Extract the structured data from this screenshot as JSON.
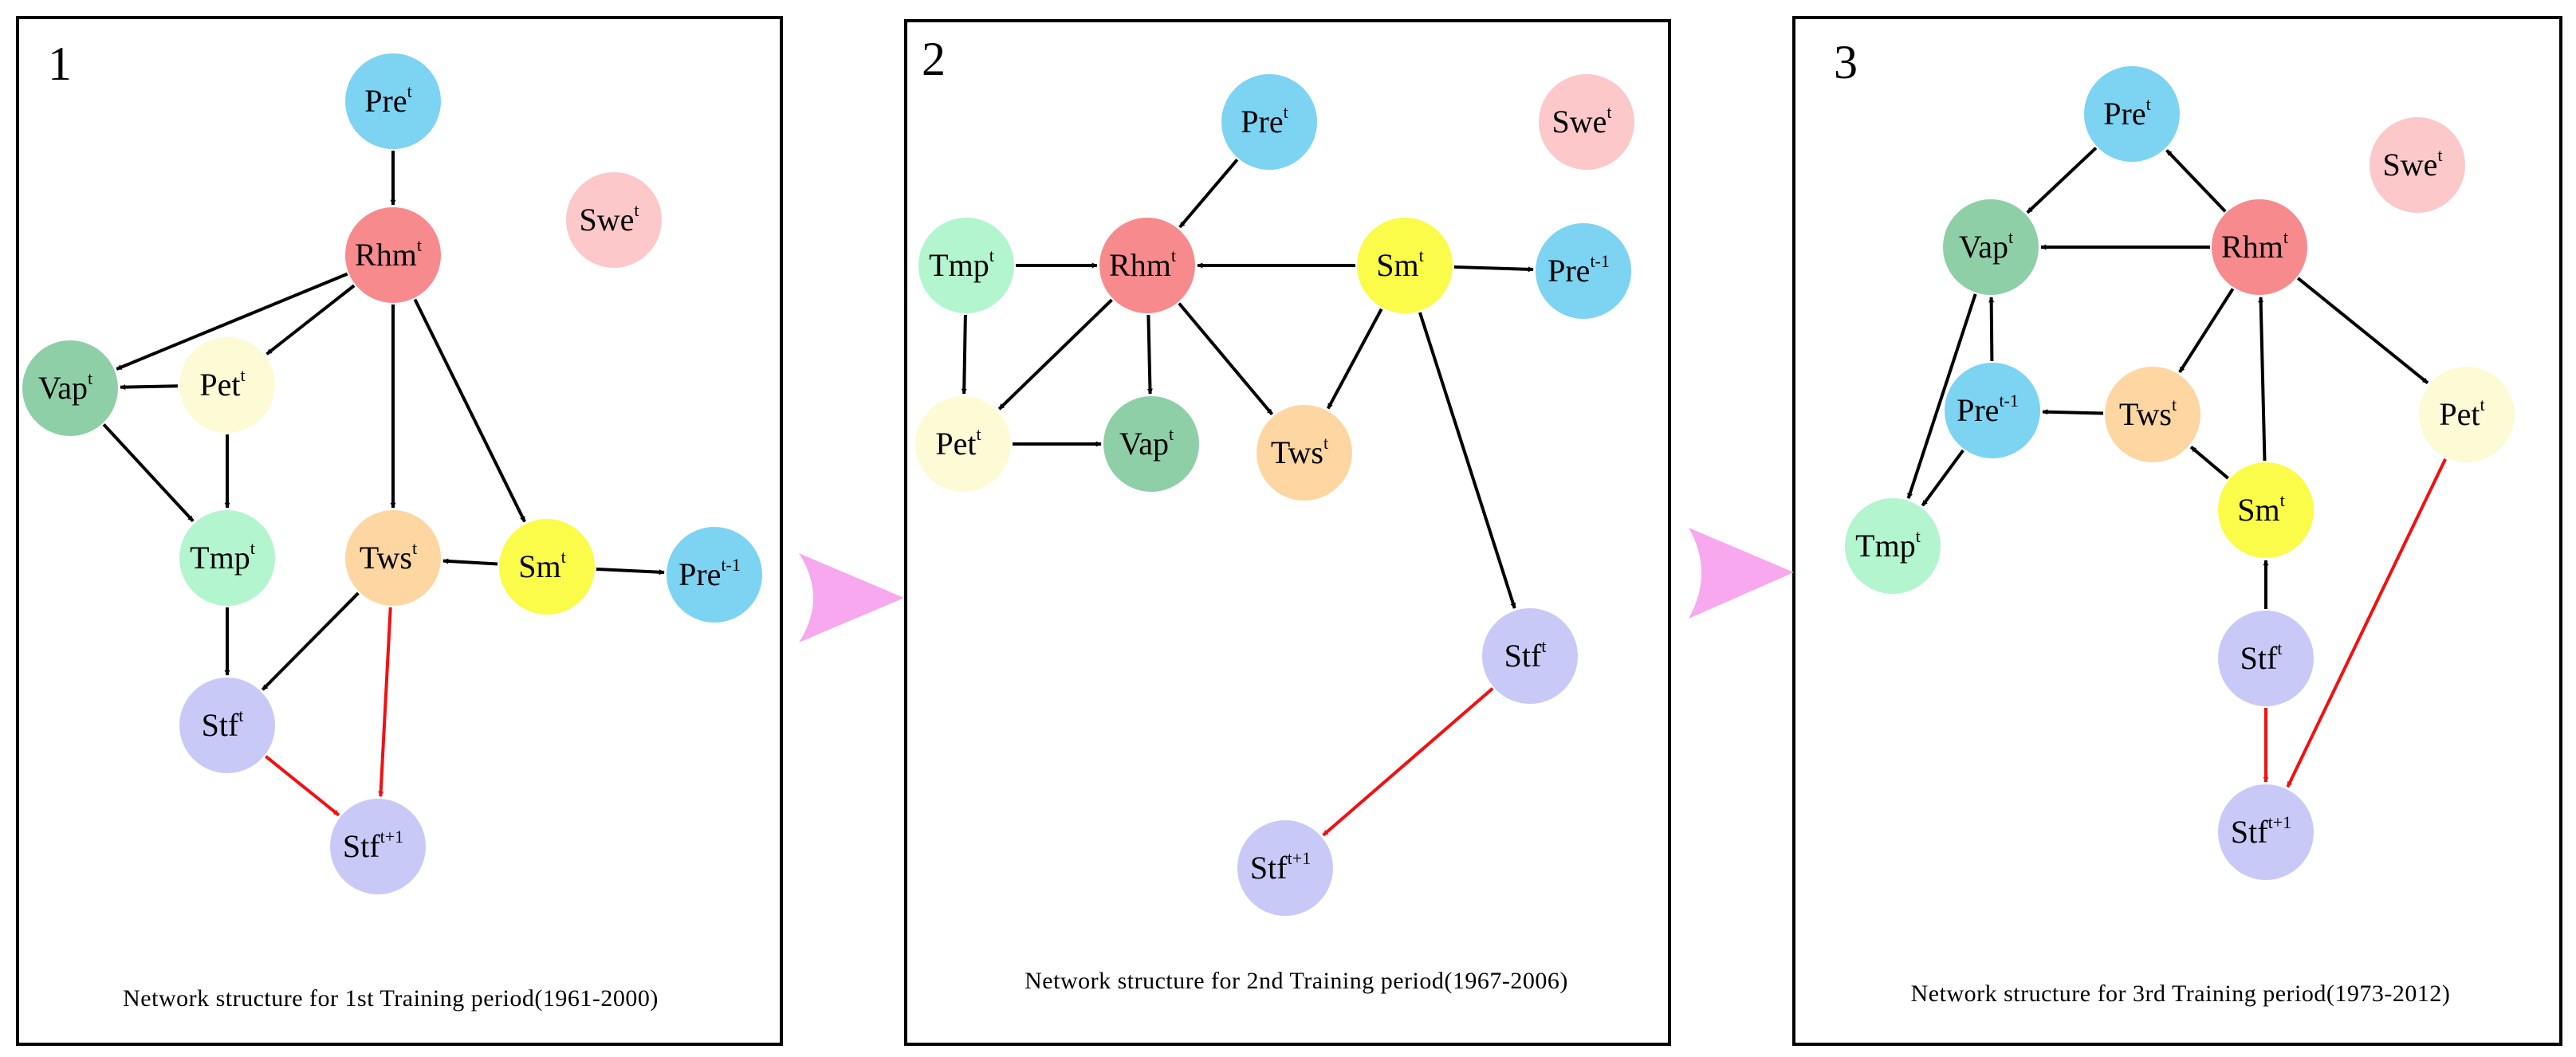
{
  "colors": {
    "Pre": "#7dd3f2",
    "Rhm": "#f78a8d",
    "Swe": "#fcc8c9",
    "Vap": "#8ecfa8",
    "Pet": "#fdfad6",
    "Tmp": "#b2f5cf",
    "Tws": "#fdd6a2",
    "Sm": "#fbfb4a",
    "Stf": "#c9c9f8",
    "black_edge": "#000000",
    "red_edge": "#f21010",
    "transition_arrow": "#f7a8ee"
  },
  "panels": [
    {
      "number": "1",
      "caption": "Network structure for 1st Training period(1961-2000)",
      "nodes": [
        {
          "id": "pre_t",
          "var": "Pre",
          "name": "Pre",
          "sup": "t"
        },
        {
          "id": "rhm_t",
          "var": "Rhm",
          "name": "Rhm",
          "sup": "t"
        },
        {
          "id": "swe_t",
          "var": "Swe",
          "name": "Swe",
          "sup": "t"
        },
        {
          "id": "vap_t",
          "var": "Vap",
          "name": "Vap",
          "sup": "t"
        },
        {
          "id": "pet_t",
          "var": "Pet",
          "name": "Pet",
          "sup": "t"
        },
        {
          "id": "tmp_t",
          "var": "Tmp",
          "name": "Tmp",
          "sup": "t"
        },
        {
          "id": "tws_t",
          "var": "Tws",
          "name": "Tws",
          "sup": "t"
        },
        {
          "id": "sm_t",
          "var": "Sm",
          "name": "Sm",
          "sup": "t"
        },
        {
          "id": "pre_t1",
          "var": "Pre",
          "name": "Pre",
          "sup": "t-1"
        },
        {
          "id": "stf_t",
          "var": "Stf",
          "name": "Stf",
          "sup": "t"
        },
        {
          "id": "stf_tp1",
          "var": "Stf",
          "name": "Stf",
          "sup": "t+1"
        }
      ],
      "edges": [
        {
          "from": "pre_t",
          "to": "rhm_t",
          "color": "black"
        },
        {
          "from": "rhm_t",
          "to": "vap_t",
          "color": "black"
        },
        {
          "from": "rhm_t",
          "to": "pet_t",
          "color": "black"
        },
        {
          "from": "rhm_t",
          "to": "tws_t",
          "color": "black"
        },
        {
          "from": "rhm_t",
          "to": "sm_t",
          "color": "black"
        },
        {
          "from": "pet_t",
          "to": "vap_t",
          "color": "black"
        },
        {
          "from": "pet_t",
          "to": "tmp_t",
          "color": "black"
        },
        {
          "from": "vap_t",
          "to": "tmp_t",
          "color": "black"
        },
        {
          "from": "tmp_t",
          "to": "stf_t",
          "color": "black"
        },
        {
          "from": "sm_t",
          "to": "tws_t",
          "color": "black"
        },
        {
          "from": "sm_t",
          "to": "pre_t1",
          "color": "black"
        },
        {
          "from": "tws_t",
          "to": "stf_t",
          "color": "black"
        },
        {
          "from": "tws_t",
          "to": "stf_tp1",
          "color": "red"
        },
        {
          "from": "stf_t",
          "to": "stf_tp1",
          "color": "red"
        }
      ]
    },
    {
      "number": "2",
      "caption": "Network structure for 2nd Training period(1967-2006)",
      "nodes": [
        {
          "id": "pre_t",
          "var": "Pre",
          "name": "Pre",
          "sup": "t"
        },
        {
          "id": "swe_t",
          "var": "Swe",
          "name": "Swe",
          "sup": "t"
        },
        {
          "id": "tmp_t",
          "var": "Tmp",
          "name": "Tmp",
          "sup": "t"
        },
        {
          "id": "rhm_t",
          "var": "Rhm",
          "name": "Rhm",
          "sup": "t"
        },
        {
          "id": "sm_t",
          "var": "Sm",
          "name": "Sm",
          "sup": "t"
        },
        {
          "id": "pre_t1",
          "var": "Pre",
          "name": "Pre",
          "sup": "t-1"
        },
        {
          "id": "pet_t",
          "var": "Pet",
          "name": "Pet",
          "sup": "t"
        },
        {
          "id": "vap_t",
          "var": "Vap",
          "name": "Vap",
          "sup": "t"
        },
        {
          "id": "tws_t",
          "var": "Tws",
          "name": "Tws",
          "sup": "t"
        },
        {
          "id": "stf_t",
          "var": "Stf",
          "name": "Stf",
          "sup": "t"
        },
        {
          "id": "stf_tp1",
          "var": "Stf",
          "name": "Stf",
          "sup": "t+1"
        }
      ],
      "edges": [
        {
          "from": "pre_t",
          "to": "rhm_t",
          "color": "black"
        },
        {
          "from": "tmp_t",
          "to": "rhm_t",
          "color": "black"
        },
        {
          "from": "sm_t",
          "to": "rhm_t",
          "color": "black"
        },
        {
          "from": "sm_t",
          "to": "pre_t1",
          "color": "black"
        },
        {
          "from": "tmp_t",
          "to": "pet_t",
          "color": "black"
        },
        {
          "from": "rhm_t",
          "to": "pet_t",
          "color": "black"
        },
        {
          "from": "rhm_t",
          "to": "vap_t",
          "color": "black"
        },
        {
          "from": "rhm_t",
          "to": "tws_t",
          "color": "black"
        },
        {
          "from": "sm_t",
          "to": "tws_t",
          "color": "black"
        },
        {
          "from": "pet_t",
          "to": "vap_t",
          "color": "black"
        },
        {
          "from": "sm_t",
          "to": "stf_t",
          "color": "black"
        },
        {
          "from": "stf_t",
          "to": "stf_tp1",
          "color": "red"
        }
      ]
    },
    {
      "number": "3",
      "caption": "Network structure for 3rd Training period(1973-2012)",
      "nodes": [
        {
          "id": "pre_t",
          "var": "Pre",
          "name": "Pre",
          "sup": "t"
        },
        {
          "id": "swe_t",
          "var": "Swe",
          "name": "Swe",
          "sup": "t"
        },
        {
          "id": "vap_t",
          "var": "Vap",
          "name": "Vap",
          "sup": "t"
        },
        {
          "id": "rhm_t",
          "var": "Rhm",
          "name": "Rhm",
          "sup": "t"
        },
        {
          "id": "pre_t1",
          "var": "Pre",
          "name": "Pre",
          "sup": "t-1"
        },
        {
          "id": "tws_t",
          "var": "Tws",
          "name": "Tws",
          "sup": "t"
        },
        {
          "id": "pet_t",
          "var": "Pet",
          "name": "Pet",
          "sup": "t"
        },
        {
          "id": "tmp_t",
          "var": "Tmp",
          "name": "Tmp",
          "sup": "t"
        },
        {
          "id": "sm_t",
          "var": "Sm",
          "name": "Sm",
          "sup": "t"
        },
        {
          "id": "stf_t",
          "var": "Stf",
          "name": "Stf",
          "sup": "t"
        },
        {
          "id": "stf_tp1",
          "var": "Stf",
          "name": "Stf",
          "sup": "t+1"
        }
      ],
      "edges": [
        {
          "from": "rhm_t",
          "to": "pre_t",
          "color": "black"
        },
        {
          "from": "pre_t",
          "to": "vap_t",
          "color": "black"
        },
        {
          "from": "rhm_t",
          "to": "vap_t",
          "color": "black"
        },
        {
          "from": "rhm_t",
          "to": "tws_t",
          "color": "black"
        },
        {
          "from": "rhm_t",
          "to": "pet_t",
          "color": "black"
        },
        {
          "from": "pre_t1",
          "to": "vap_t",
          "color": "black"
        },
        {
          "from": "tws_t",
          "to": "pre_t1",
          "color": "black"
        },
        {
          "from": "vap_t",
          "to": "tmp_t",
          "color": "black"
        },
        {
          "from": "pre_t1",
          "to": "tmp_t",
          "color": "black"
        },
        {
          "from": "sm_t",
          "to": "tws_t",
          "color": "black"
        },
        {
          "from": "sm_t",
          "to": "rhm_t",
          "color": "black"
        },
        {
          "from": "stf_t",
          "to": "sm_t",
          "color": "black"
        },
        {
          "from": "stf_t",
          "to": "stf_tp1",
          "color": "red"
        },
        {
          "from": "pet_t",
          "to": "stf_tp1",
          "color": "red"
        }
      ]
    }
  ]
}
